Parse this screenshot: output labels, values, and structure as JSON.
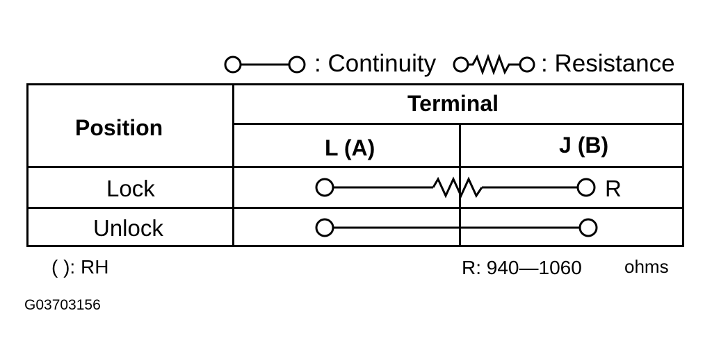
{
  "legend": {
    "continuity_label": ": Continuity",
    "resistance_label": ": Resistance",
    "continuity_icon": "continuity-symbol-icon",
    "resistance_icon": "resistance-symbol-icon"
  },
  "table": {
    "position_header": "Position",
    "terminal_header": "Terminal",
    "columns": [
      "L (A)",
      "J (B)"
    ],
    "rows": [
      {
        "position": "Lock",
        "connection": "resistance",
        "suffix": "R"
      },
      {
        "position": "Unlock",
        "connection": "continuity",
        "suffix": ""
      }
    ]
  },
  "notes": {
    "rh_note": "( ): RH",
    "resistance_note": "R: 940—1060",
    "resistance_unit": "ohms",
    "figure_code": "G03703156"
  }
}
